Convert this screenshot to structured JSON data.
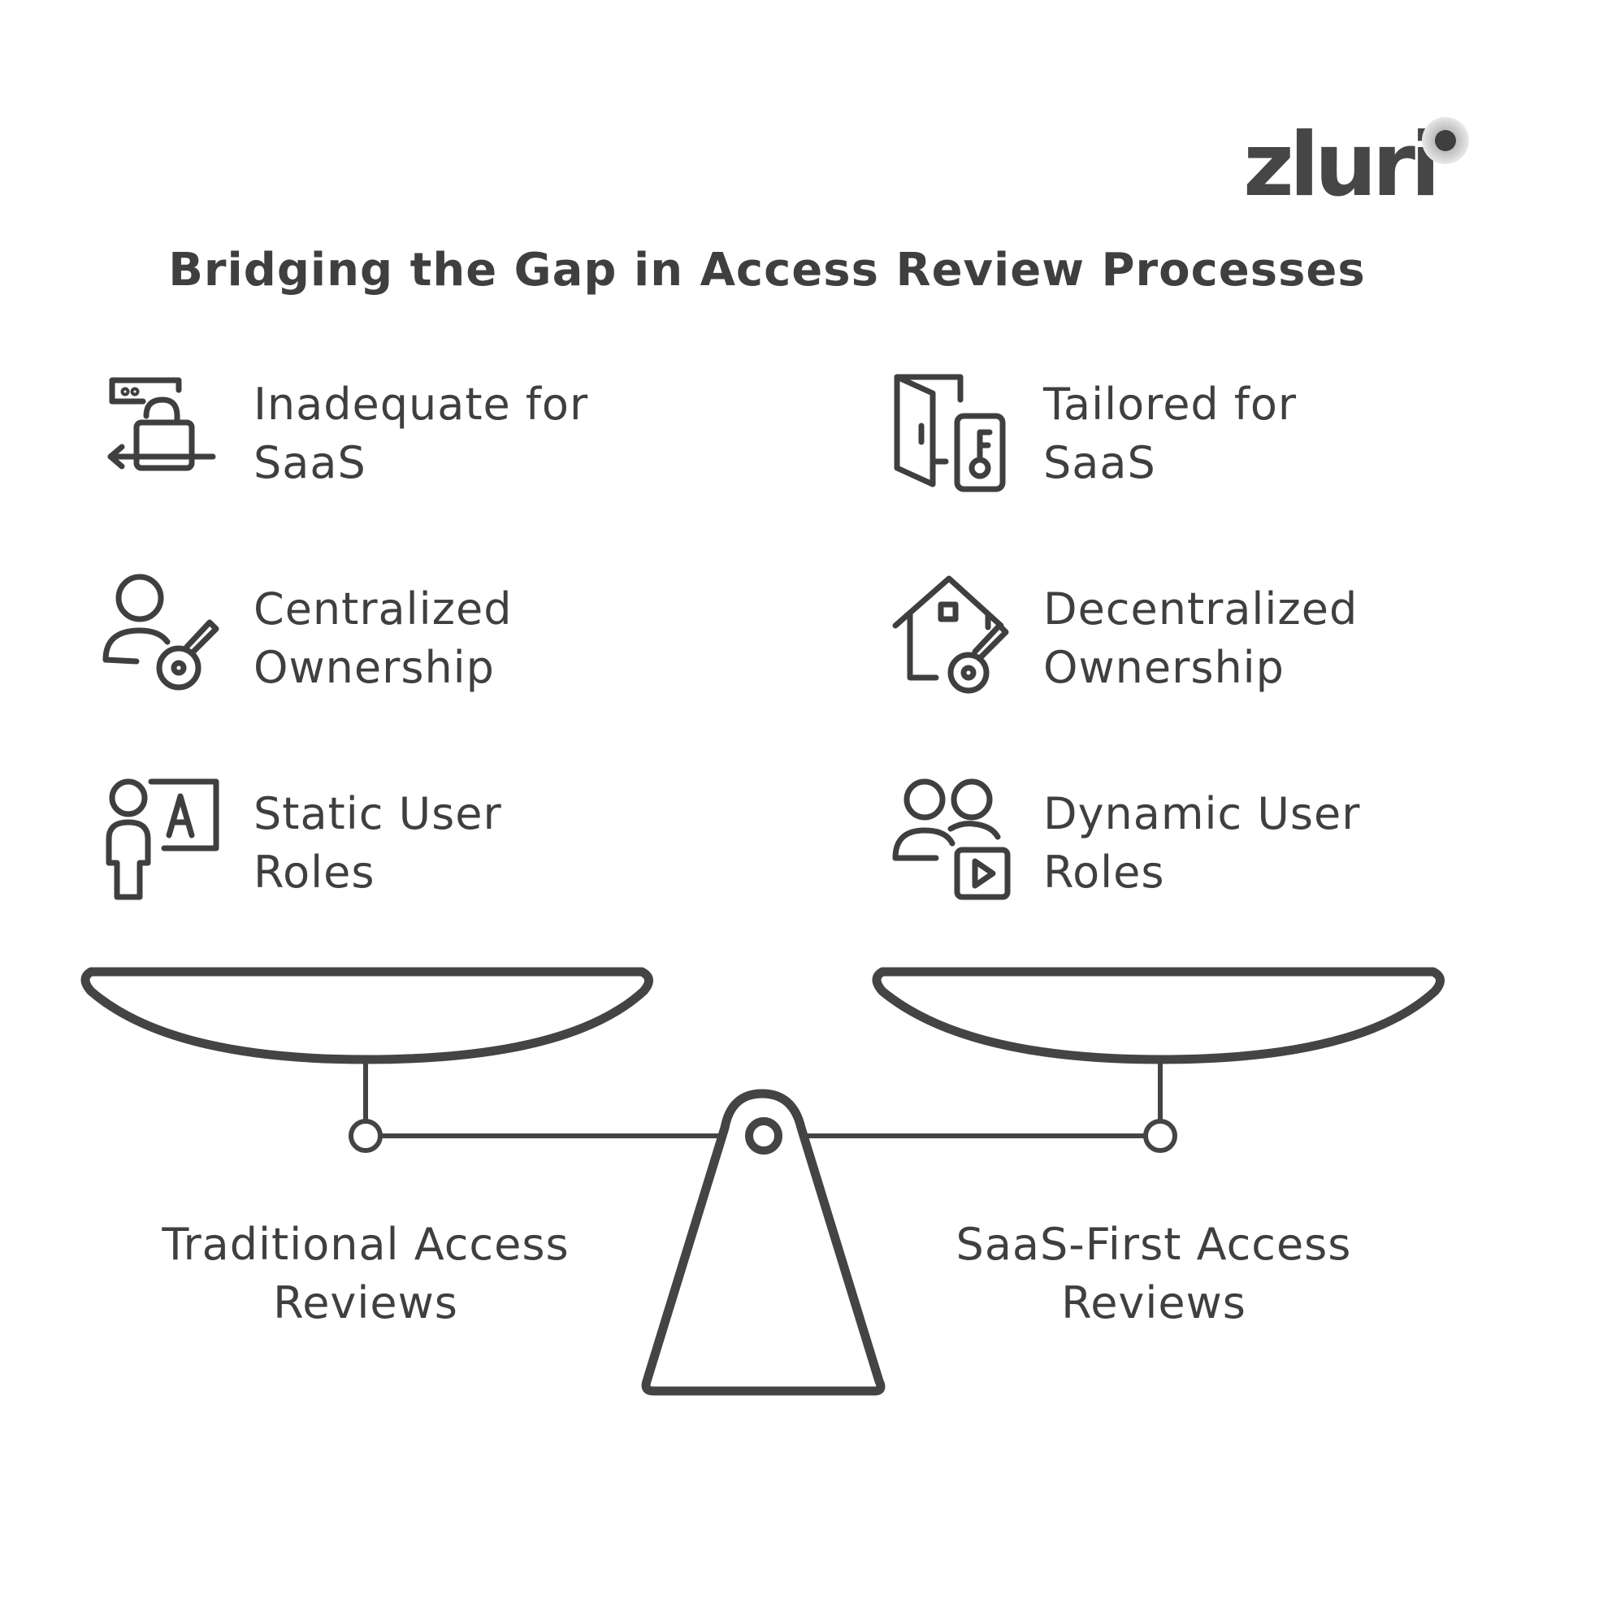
{
  "brand": {
    "logo_text": "zluri"
  },
  "title": "Bridging the Gap in Access Review Processes",
  "left_items": [
    {
      "label": "Inadequate for\nSaaS",
      "icon": "lock-exit-icon"
    },
    {
      "label": "Centralized\nOwnership",
      "icon": "user-key-icon"
    },
    {
      "label": "Static User\nRoles",
      "icon": "user-role-card-icon"
    }
  ],
  "right_items": [
    {
      "label": "Tailored for\nSaaS",
      "icon": "door-key-icon"
    },
    {
      "label": "Decentralized\nOwnership",
      "icon": "house-key-icon"
    },
    {
      "label": "Dynamic User\nRoles",
      "icon": "users-play-icon"
    }
  ],
  "scale": {
    "left_label": "Traditional Access\nReviews",
    "right_label": "SaaS-First Access\nReviews"
  },
  "colors": {
    "ink": "#3f3f3f",
    "background": "#ffffff"
  }
}
